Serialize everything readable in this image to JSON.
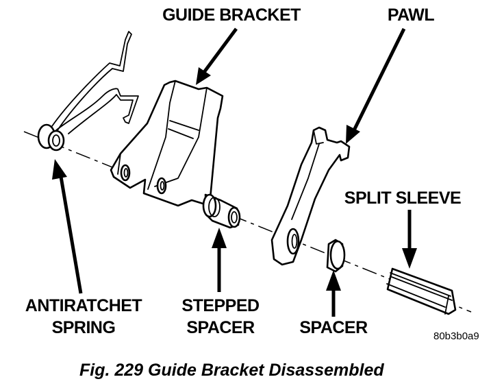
{
  "figure": {
    "caption": "Fig. 229 Guide Bracket Disassembled",
    "image_code": "80b3b0a9"
  },
  "labels": {
    "guide_bracket": "GUIDE BRACKET",
    "pawl": "PAWL",
    "split_sleeve": "SPLIT SLEEVE",
    "antiratchet_spring_line1": "ANTIRATCHET",
    "antiratchet_spring_line2": "SPRING",
    "stepped_spacer_line1": "STEPPED",
    "stepped_spacer_line2": "SPACER",
    "spacer": "SPACER"
  },
  "colors": {
    "ink": "#000000",
    "paper": "#ffffff"
  }
}
